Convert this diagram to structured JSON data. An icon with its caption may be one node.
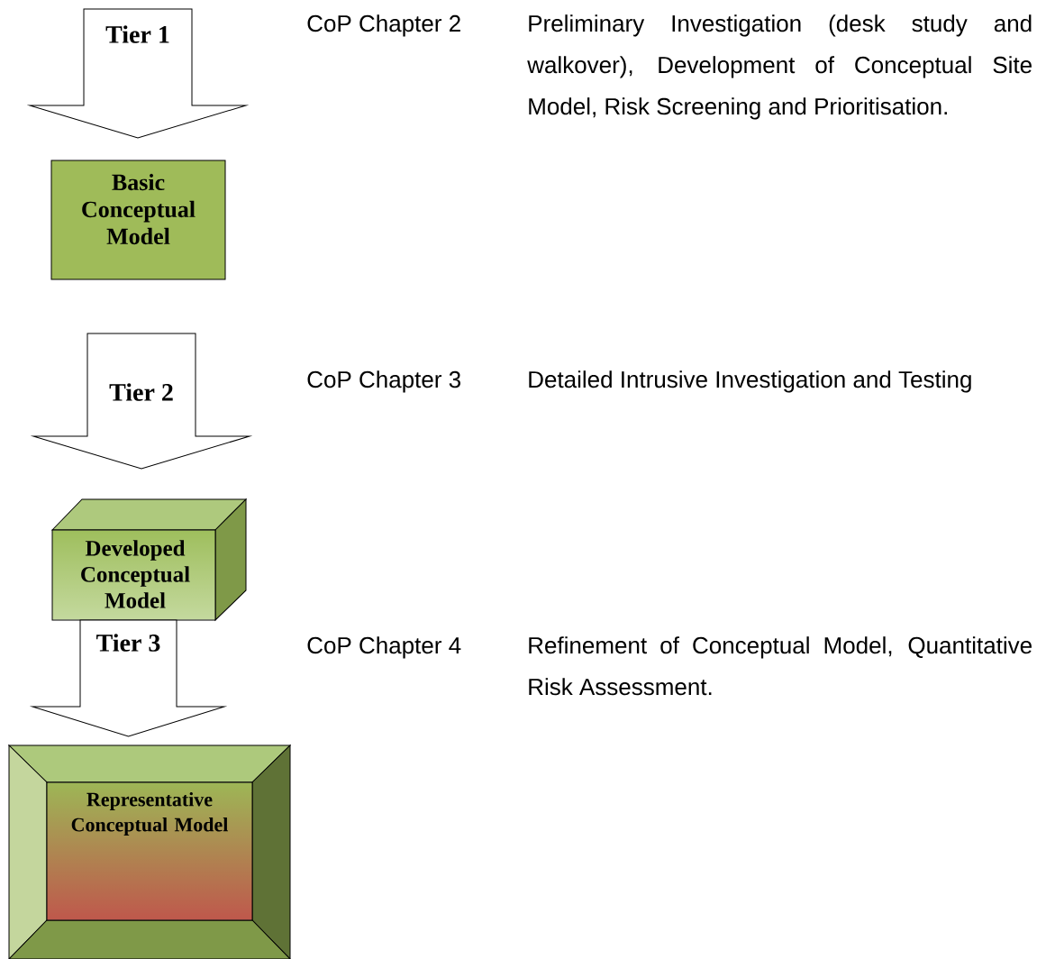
{
  "diagram": {
    "nodes": [
      {
        "text": [
          "Basic Conceptual Model"
        ]
      },
      {
        "text": [
          "Developed Conceptual Model"
        ]
      },
      {
        "text": [
          "Representative Conceptual Model"
        ]
      }
    ],
    "edges": [
      {
        "from": null,
        "to": 0,
        "arrow": "to",
        "label": "Tier 1"
      },
      {
        "from": 0,
        "to": 1,
        "arrow": "to",
        "label": "Tier 2"
      },
      {
        "from": 1,
        "to": 2,
        "arrow": "to",
        "label": "Tier 3"
      }
    ],
    "labels": [
      "CoP Chapter 2",
      "Preliminary Investigation (desk study and walkover), Development of Conceptual Site Model, Risk Screening and Prioritisation.",
      "CoP Chapter 3",
      "Detailed Intrusive Investigation and Testing",
      "CoP Chapter 4",
      "Refinement of Conceptual Model, Quantitative Risk Assessment."
    ]
  }
}
